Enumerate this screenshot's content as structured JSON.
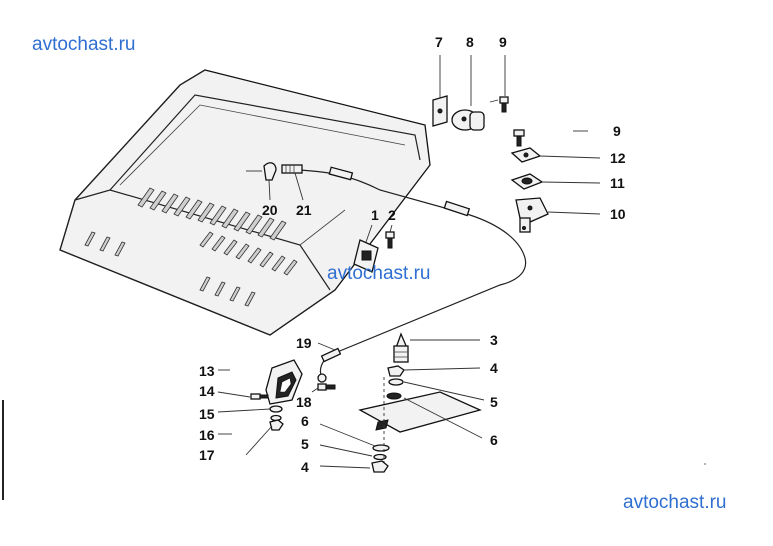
{
  "watermarks": {
    "top_left": "avtochast.ru",
    "center": "avtochast.ru",
    "bottom_right": "avtochast.ru"
  },
  "callouts": {
    "c1": "1",
    "c2": "2",
    "c3": "3",
    "c4a": "4",
    "c4b": "4",
    "c5a": "5",
    "c5b": "5",
    "c6a": "6",
    "c6b": "6",
    "c7": "7",
    "c8": "8",
    "c9a": "9",
    "c9b": "9",
    "c10": "10",
    "c11": "11",
    "c12": "12",
    "c13": "13",
    "c14": "14",
    "c15": "15",
    "c16": "16",
    "c17": "17",
    "c18": "18",
    "c19": "19",
    "c20": "20",
    "c21": "21"
  }
}
